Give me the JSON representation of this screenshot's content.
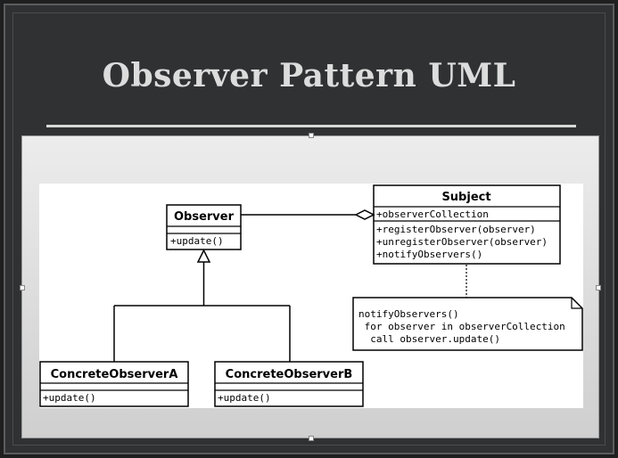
{
  "slide": {
    "title": "Observer Pattern UML"
  },
  "diagram": {
    "classes": {
      "observer": {
        "name": "Observer",
        "methods": [
          "+update()"
        ]
      },
      "subject": {
        "name": "Subject",
        "attributes": [
          "+observerCollection"
        ],
        "methods": [
          "+registerObserver(observer)",
          "+unregisterObserver(observer)",
          "+notifyObservers()"
        ]
      },
      "concrete_a": {
        "name": "ConcreteObserverA",
        "methods": [
          "+update()"
        ]
      },
      "concrete_b": {
        "name": "ConcreteObserverB",
        "methods": [
          "+update()"
        ]
      }
    },
    "note": {
      "lines": [
        "notifyObservers()",
        " for observer in observerCollection",
        "  call observer.update()"
      ]
    }
  }
}
